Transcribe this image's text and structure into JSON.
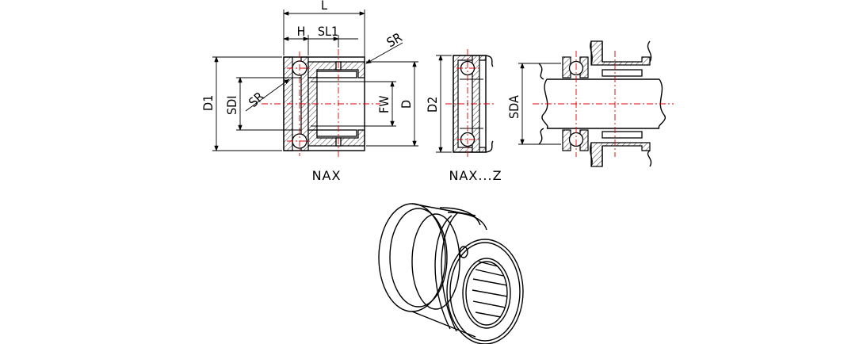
{
  "dimensions": {
    "length": "L",
    "height": "H",
    "snap_ring_offset": "SL1",
    "edge_radius_top": "SR",
    "edge_radius_left": "SR",
    "outer_diameter_1": "D1",
    "inner_diameter": "SDI",
    "roller_diameter": "FW",
    "outer_diameter": "D",
    "outer_diameter_2": "D2",
    "shaft_diameter": "SDA"
  },
  "captions": {
    "variant_a": "NAX",
    "variant_b": "NAX...Z"
  },
  "colors": {
    "line": "#000000",
    "centerline": "#e00000",
    "background": "#ffffff"
  }
}
